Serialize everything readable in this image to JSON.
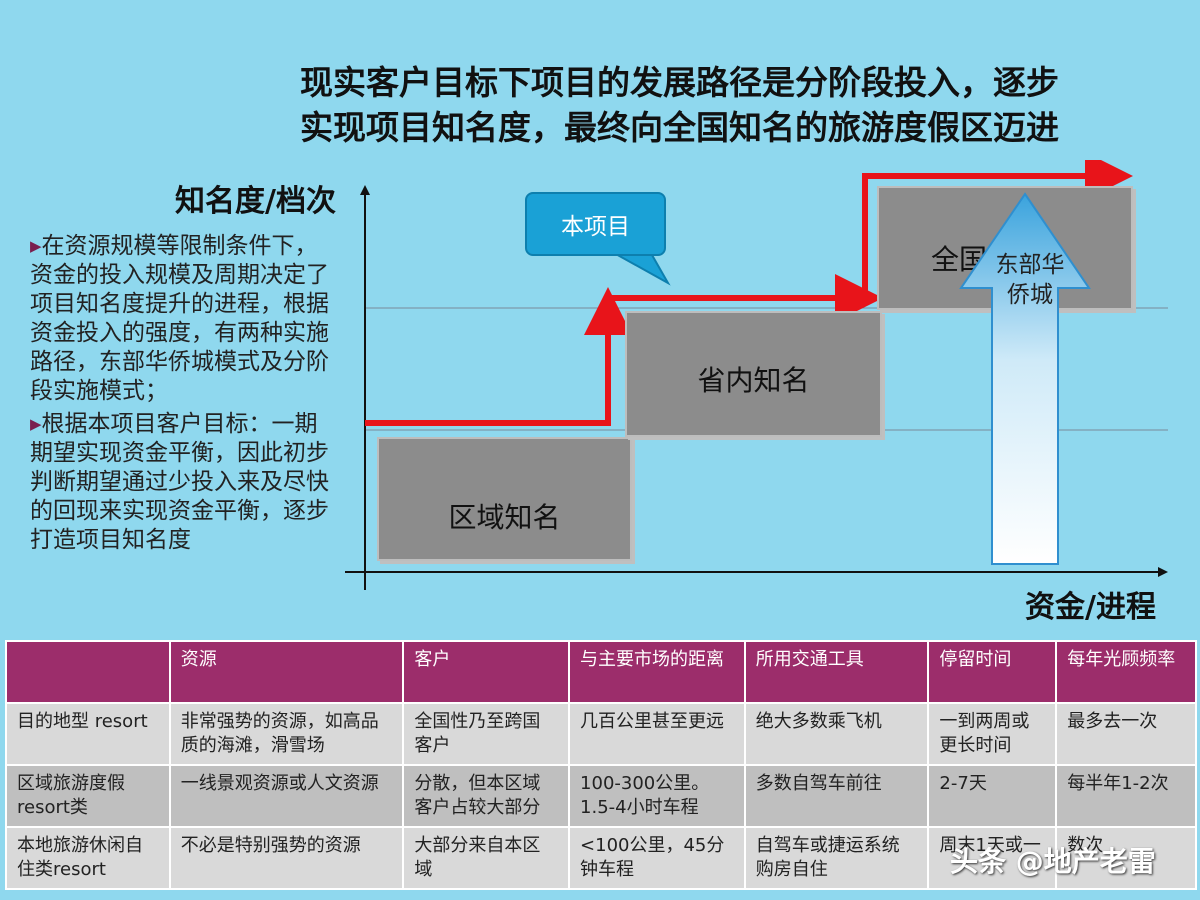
{
  "title": {
    "line1": "现实客户目标下项目的发展路径是分阶段投入，逐步",
    "line2": "实现项目知名度，最终向全国知名的旅游度假区迈进"
  },
  "bullets": [
    "在资源规模等限制条件下，资金的投入规模及周期决定了项目知名度提升的进程，根据资金投入的强度，有两种实施路径，东部华侨城模式及分阶段实施模式；",
    "根据本项目客户目标：一期期望实现资金平衡，因此初步判断期望通过少投入来及尽快的回现来实现资金平衡，逐步打造项目知名度"
  ],
  "diagram": {
    "y_label": "知名度/档次",
    "x_label": "资金/进程",
    "levels": [
      "区域知名",
      "省内知名",
      "全国知名"
    ],
    "callout": "本项目",
    "big_arrow_label": "东部华侨城",
    "colors": {
      "path": "#e8141a",
      "box": "#8c8c8c",
      "callout": "#1aa1d6",
      "arrow": "#5bb8e8"
    }
  },
  "table": {
    "headers": [
      "",
      "资源",
      "客户",
      "与主要市场的距离",
      "所用交通工具",
      "停留时间",
      "每年光顾频率"
    ],
    "rows": [
      [
        "目的地型 resort",
        "非常强势的资源，如高品质的海滩，滑雪场",
        "全国性乃至跨国客户",
        "几百公里甚至更远",
        "绝大多数乘飞机",
        "一到两周或更长时间",
        "最多去一次"
      ],
      [
        "区域旅游度假resort类",
        "一线景观资源或人文资源",
        "分散，但本区域客户占较大部分",
        "100-300公里。1.5-4小时车程",
        "多数自驾车前往",
        "2-7天",
        "每半年1-2次"
      ],
      [
        "本地旅游休闲自住类resort",
        "不必是特别强势的资源",
        "大部分来自本区域",
        "<100公里，45分钟车程",
        "自驾车或捷运系统购房自住",
        "周末1天或一",
        "数次"
      ]
    ]
  },
  "watermark": "头条 @地产老雷"
}
